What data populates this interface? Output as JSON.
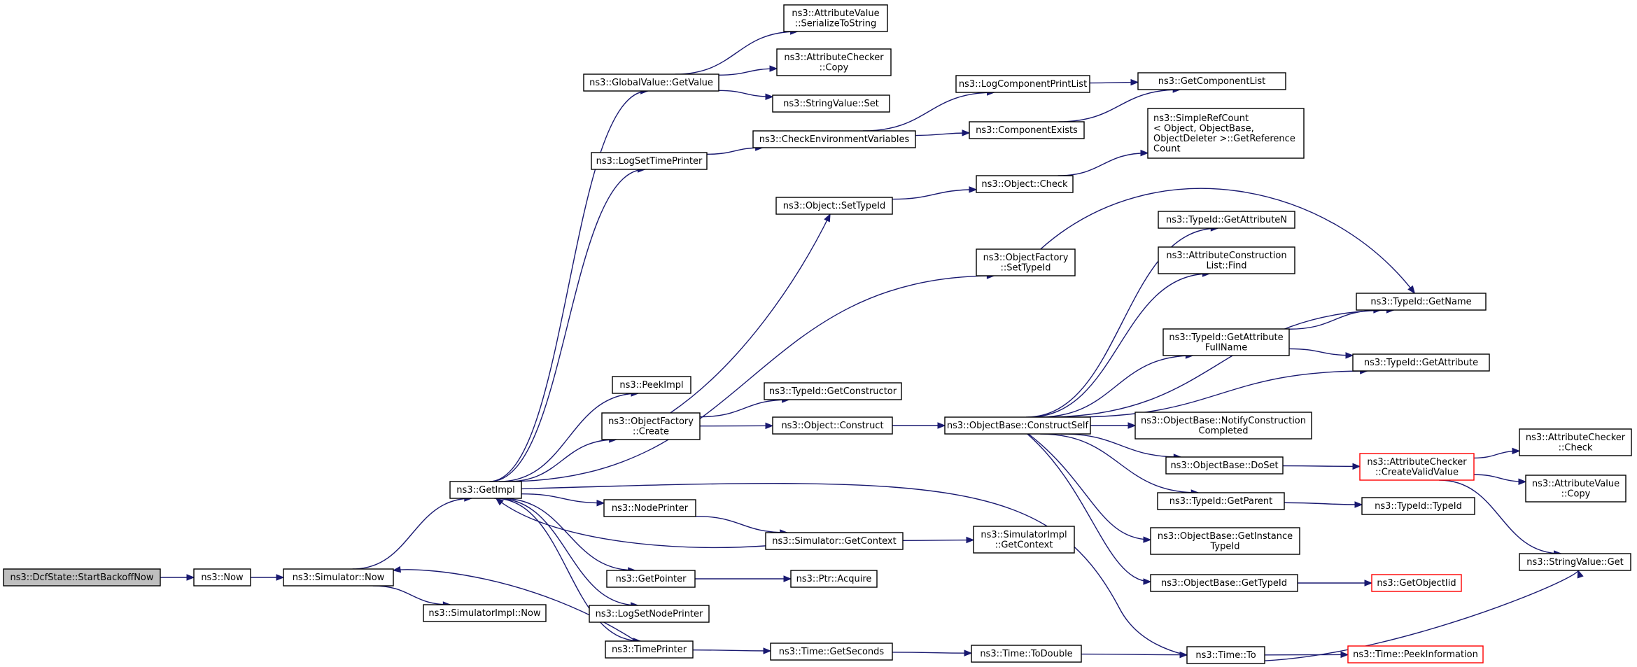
{
  "diagram": {
    "type": "call-graph",
    "edge_color": "#191970",
    "root_fill": "#bfbfbf",
    "truncated_border_color": "#ff0000",
    "nodes": [
      {
        "id": "start",
        "lines": [
          "ns3::DcfState::StartBackoffNow"
        ],
        "style": "root"
      },
      {
        "id": "now",
        "lines": [
          "ns3::Now"
        ]
      },
      {
        "id": "simnow",
        "lines": [
          "ns3::Simulator::Now"
        ]
      },
      {
        "id": "simimplnow",
        "lines": [
          "ns3::SimulatorImpl::Now"
        ]
      },
      {
        "id": "getimpl",
        "lines": [
          "ns3::GetImpl"
        ]
      },
      {
        "id": "gvget",
        "lines": [
          "ns3::GlobalValue::GetValue"
        ]
      },
      {
        "id": "avser",
        "lines": [
          "ns3::AttributeValue",
          "::SerializeToString"
        ]
      },
      {
        "id": "accopy",
        "lines": [
          "ns3::AttributeChecker",
          "::Copy"
        ]
      },
      {
        "id": "svset",
        "lines": [
          "ns3::StringValue::Set"
        ]
      },
      {
        "id": "logtp",
        "lines": [
          "ns3::LogSetTimePrinter"
        ]
      },
      {
        "id": "checkenv",
        "lines": [
          "ns3::CheckEnvironmentVariables"
        ]
      },
      {
        "id": "logcpl",
        "lines": [
          "ns3::LogComponentPrintList"
        ]
      },
      {
        "id": "getcl",
        "lines": [
          "ns3::GetComponentList"
        ]
      },
      {
        "id": "compex",
        "lines": [
          "ns3::ComponentExists"
        ]
      },
      {
        "id": "simpleref",
        "lines": [
          "ns3::SimpleRefCount",
          "< Object, ObjectBase,",
          "ObjectDeleter >::GetReference",
          "Count"
        ]
      },
      {
        "id": "objcheck",
        "lines": [
          "ns3::Object::Check"
        ]
      },
      {
        "id": "objsettid",
        "lines": [
          "ns3::Object::SetTypeId"
        ]
      },
      {
        "id": "ofsettid",
        "lines": [
          "ns3::ObjectFactory",
          "::SetTypeId"
        ]
      },
      {
        "id": "tidgetattrn",
        "lines": [
          "ns3::TypeId::GetAttributeN"
        ]
      },
      {
        "id": "acl",
        "lines": [
          "ns3::AttributeConstruction",
          "List::Find"
        ]
      },
      {
        "id": "tidgetname",
        "lines": [
          "ns3::TypeId::GetName"
        ]
      },
      {
        "id": "tidgafn",
        "lines": [
          "ns3::TypeId::GetAttribute",
          "FullName"
        ]
      },
      {
        "id": "tidgetattr",
        "lines": [
          "ns3::TypeId::GetAttribute"
        ]
      },
      {
        "id": "peekimpl",
        "lines": [
          "ns3::PeekImpl"
        ]
      },
      {
        "id": "ofcreate",
        "lines": [
          "ns3::ObjectFactory",
          "::Create"
        ]
      },
      {
        "id": "tidgetctor",
        "lines": [
          "ns3::TypeId::GetConstructor"
        ]
      },
      {
        "id": "objconstruct",
        "lines": [
          "ns3::Object::Construct"
        ]
      },
      {
        "id": "obcs",
        "lines": [
          "ns3::ObjectBase::ConstructSelf"
        ]
      },
      {
        "id": "obncc",
        "lines": [
          "ns3::ObjectBase::NotifyConstruction",
          "Completed"
        ]
      },
      {
        "id": "obdoset",
        "lines": [
          "ns3::ObjectBase::DoSet"
        ]
      },
      {
        "id": "accvv",
        "lines": [
          "ns3::AttributeChecker",
          "::CreateValidValue"
        ],
        "style": "truncated"
      },
      {
        "id": "accheck",
        "lines": [
          "ns3::AttributeChecker",
          "::Check"
        ]
      },
      {
        "id": "avcopy",
        "lines": [
          "ns3::AttributeValue",
          "::Copy"
        ]
      },
      {
        "id": "tidgetparent",
        "lines": [
          "ns3::TypeId::GetParent"
        ]
      },
      {
        "id": "tidtid",
        "lines": [
          "ns3::TypeId::TypeId"
        ]
      },
      {
        "id": "nodeprinter",
        "lines": [
          "ns3::NodePrinter"
        ]
      },
      {
        "id": "simgetctx",
        "lines": [
          "ns3::Simulator::GetContext"
        ]
      },
      {
        "id": "simimplctx",
        "lines": [
          "ns3::SimulatorImpl",
          "::GetContext"
        ]
      },
      {
        "id": "obgit",
        "lines": [
          "ns3::ObjectBase::GetInstance",
          "TypeId"
        ]
      },
      {
        "id": "svget",
        "lines": [
          "ns3::StringValue::Get"
        ]
      },
      {
        "id": "getpointer",
        "lines": [
          "ns3::GetPointer"
        ]
      },
      {
        "id": "ptracq",
        "lines": [
          "ns3::Ptr::Acquire"
        ]
      },
      {
        "id": "obgettid",
        "lines": [
          "ns3::ObjectBase::GetTypeId"
        ]
      },
      {
        "id": "getobjtid",
        "lines": [
          "ns3::GetObjectIid"
        ],
        "style": "truncated"
      },
      {
        "id": "lognp",
        "lines": [
          "ns3::LogSetNodePrinter"
        ]
      },
      {
        "id": "timeprinter",
        "lines": [
          "ns3::TimePrinter"
        ]
      },
      {
        "id": "timegs",
        "lines": [
          "ns3::Time::GetSeconds"
        ]
      },
      {
        "id": "timetd",
        "lines": [
          "ns3::Time::ToDouble"
        ]
      },
      {
        "id": "timeto",
        "lines": [
          "ns3::Time::To"
        ]
      },
      {
        "id": "timepi",
        "lines": [
          "ns3::Time::PeekInformation"
        ],
        "style": "truncated"
      }
    ],
    "edges": [
      [
        "start",
        "now"
      ],
      [
        "now",
        "simnow"
      ],
      [
        "simnow",
        "simimplnow"
      ],
      [
        "simnow",
        "getimpl"
      ],
      [
        "getimpl",
        "gvget"
      ],
      [
        "gvget",
        "avser"
      ],
      [
        "gvget",
        "accopy"
      ],
      [
        "gvget",
        "svset"
      ],
      [
        "getimpl",
        "logtp"
      ],
      [
        "logtp",
        "checkenv"
      ],
      [
        "checkenv",
        "logcpl"
      ],
      [
        "checkenv",
        "compex"
      ],
      [
        "logcpl",
        "getcl"
      ],
      [
        "compex",
        "getcl"
      ],
      [
        "getimpl",
        "ofsettid"
      ],
      [
        "ofsettid",
        "tidgetname"
      ],
      [
        "getimpl",
        "peekimpl"
      ],
      [
        "getimpl",
        "ofcreate"
      ],
      [
        "ofcreate",
        "objsettid"
      ],
      [
        "objsettid",
        "objcheck"
      ],
      [
        "objcheck",
        "simpleref"
      ],
      [
        "ofcreate",
        "tidgetctor"
      ],
      [
        "ofcreate",
        "objconstruct"
      ],
      [
        "objconstruct",
        "obcs"
      ],
      [
        "obcs",
        "tidgetattrn"
      ],
      [
        "obcs",
        "acl"
      ],
      [
        "obcs",
        "tidgetname"
      ],
      [
        "obcs",
        "tidgafn"
      ],
      [
        "tidgafn",
        "tidgetname"
      ],
      [
        "tidgafn",
        "tidgetattr"
      ],
      [
        "obcs",
        "tidgetattr"
      ],
      [
        "obcs",
        "obncc"
      ],
      [
        "obcs",
        "obdoset"
      ],
      [
        "obdoset",
        "accvv"
      ],
      [
        "accvv",
        "accheck"
      ],
      [
        "accvv",
        "avcopy"
      ],
      [
        "accvv",
        "svget"
      ],
      [
        "obcs",
        "tidgetparent"
      ],
      [
        "tidgetparent",
        "tidtid"
      ],
      [
        "obcs",
        "obgit"
      ],
      [
        "obcs",
        "obgettid"
      ],
      [
        "obgettid",
        "getobjtid"
      ],
      [
        "getimpl",
        "nodeprinter"
      ],
      [
        "nodeprinter",
        "simgetctx"
      ],
      [
        "simgetctx",
        "getimpl"
      ],
      [
        "simgetctx",
        "simimplctx"
      ],
      [
        "getimpl",
        "getpointer"
      ],
      [
        "getpointer",
        "ptracq"
      ],
      [
        "getimpl",
        "lognp"
      ],
      [
        "getimpl",
        "timeprinter"
      ],
      [
        "timeprinter",
        "simnow"
      ],
      [
        "timeprinter",
        "timegs"
      ],
      [
        "timegs",
        "timetd"
      ],
      [
        "timetd",
        "timeto"
      ],
      [
        "timeto",
        "timepi"
      ],
      [
        "getimpl",
        "svget"
      ]
    ]
  }
}
